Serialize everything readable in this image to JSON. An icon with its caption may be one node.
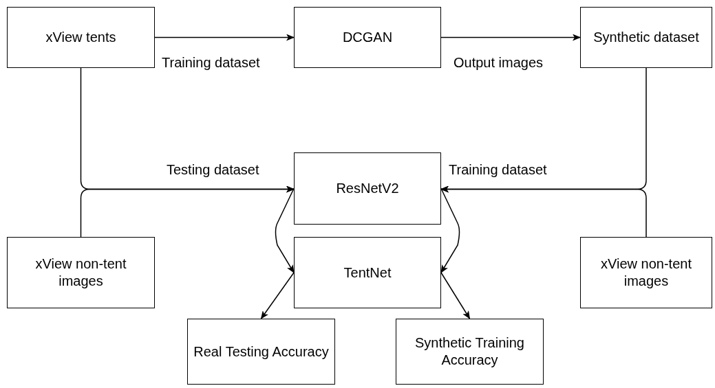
{
  "diagram": {
    "nodes": [
      {
        "text": [
          "xView tents"
        ]
      },
      {
        "text": [
          "DCGAN"
        ]
      },
      {
        "text": [
          "Synthetic dataset"
        ]
      },
      {
        "text": [
          "ResNetV2"
        ]
      },
      {
        "text": [
          "xView non-tent images"
        ]
      },
      {
        "text": [
          "TentNet"
        ]
      },
      {
        "text": [
          "xView non-tent images"
        ]
      },
      {
        "text": [
          "Real Testing Accuracy"
        ]
      },
      {
        "text": [
          "Synthetic Training Accuracy"
        ]
      }
    ],
    "edges": [
      {
        "from": 0,
        "to": 1,
        "arrow": "to",
        "label": "Training dataset"
      },
      {
        "from": 1,
        "to": 2,
        "arrow": "to",
        "label": "Output images"
      },
      {
        "from": 0,
        "to": 3,
        "arrow": "to",
        "label": "Testing dataset"
      },
      {
        "from": 4,
        "to": 3,
        "arrow": "to"
      },
      {
        "from": 2,
        "to": 3,
        "arrow": "to",
        "label": "Training dataset"
      },
      {
        "from": 6,
        "to": 3,
        "arrow": "to"
      },
      {
        "from": 3,
        "to": 5,
        "arrow": "to"
      },
      {
        "from": 3,
        "to": 5,
        "arrow": "to"
      },
      {
        "from": 5,
        "to": 7,
        "arrow": "to"
      },
      {
        "from": 5,
        "to": 8,
        "arrow": "to"
      }
    ]
  }
}
